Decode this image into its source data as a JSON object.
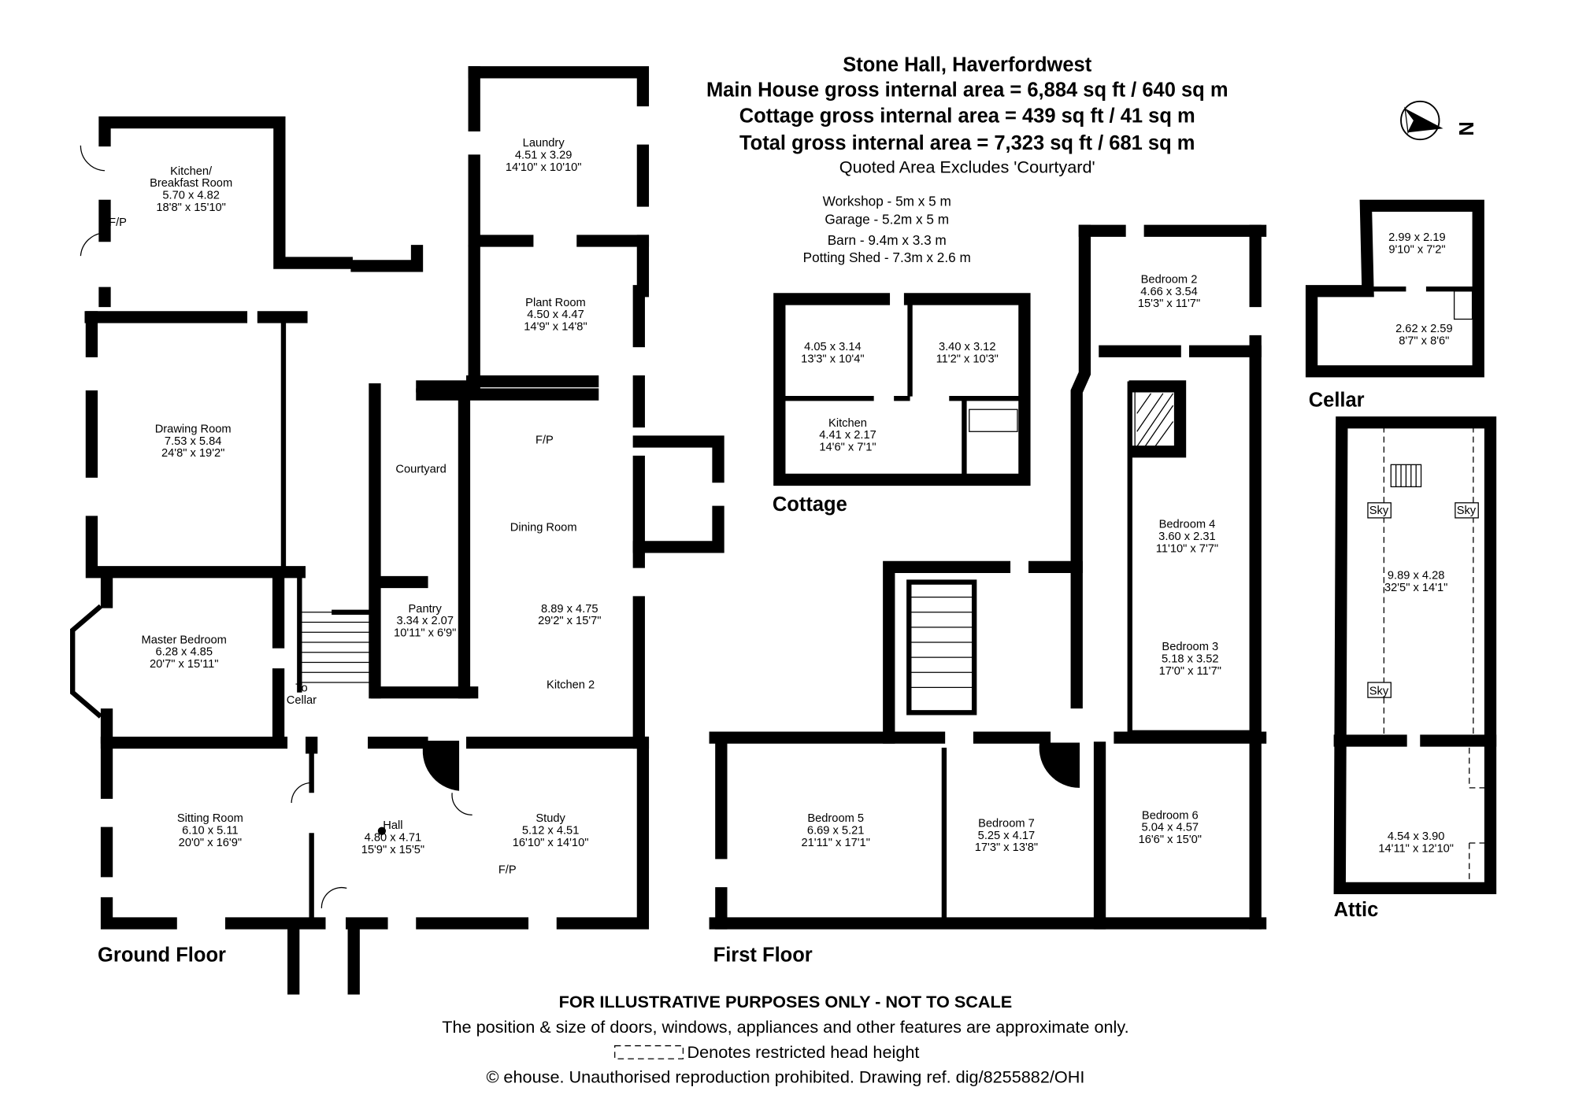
{
  "header": {
    "title": "Stone Hall, Haverfordwest",
    "main_house_area": "Main House gross internal area = 6,884 sq ft / 640 sq m",
    "cottage_area": "Cottage gross internal area = 439 sq ft / 41 sq m",
    "total_area": "Total gross internal area = 7,323 sq ft / 681 sq m",
    "note": "Quoted Area Excludes 'Courtyard'"
  },
  "compass": {
    "icon": "north-arrow-icon",
    "label": "N"
  },
  "outbuildings": [
    "Workshop - 5m x 5 m",
    "Garage - 5.2m x 5 m",
    "Barn - 9.4m x 3.3 m",
    "Potting Shed - 7.3m x 2.6 m"
  ],
  "ground_floor": {
    "label": "Ground Floor",
    "rooms": [
      {
        "id": "kitchen-breakfast",
        "lines": [
          "Kitchen/",
          "Breakfast Room",
          "5.70 x 4.82",
          "18'8\" x 15'10\""
        ]
      },
      {
        "id": "drawing-room",
        "lines": [
          "Drawing Room",
          "7.53 x 5.84",
          "24'8\" x 19'2\""
        ]
      },
      {
        "id": "laundry",
        "lines": [
          "Laundry",
          "4.51 x 3.29",
          "14'10\" x 10'10\""
        ]
      },
      {
        "id": "plant-room",
        "lines": [
          "Plant Room",
          "4.50 x 4.47",
          "14'9\" x 14'8\""
        ]
      },
      {
        "id": "courtyard",
        "lines": [
          "Courtyard"
        ]
      },
      {
        "id": "dining-room",
        "lines": [
          "Dining Room"
        ]
      },
      {
        "id": "dining-room-dims",
        "lines": [
          "8.89 x 4.75",
          "29'2\" x 15'7\""
        ]
      },
      {
        "id": "pantry",
        "lines": [
          "Pantry",
          "3.34 x 2.07",
          "10'11\" x 6'9\""
        ]
      },
      {
        "id": "master-bedroom",
        "lines": [
          "Master Bedroom",
          "6.28 x 4.85",
          "20'7\" x 15'11\""
        ]
      },
      {
        "id": "kitchen-2",
        "lines": [
          "Kitchen 2"
        ]
      },
      {
        "id": "sitting-room",
        "lines": [
          "Sitting Room",
          "6.10 x 5.11",
          "20'0\" x 16'9\""
        ]
      },
      {
        "id": "hall",
        "lines": [
          "Hall",
          "4.80 x 4.71",
          "15'9\" x 15'5\""
        ]
      },
      {
        "id": "study",
        "lines": [
          "Study",
          "5.12 x 4.51",
          "16'10\" x 14'10\""
        ]
      },
      {
        "id": "fp-kitchen",
        "lines": [
          "F/P"
        ]
      },
      {
        "id": "fp-dining",
        "lines": [
          "F/P"
        ]
      },
      {
        "id": "fp-study",
        "lines": [
          "F/P"
        ]
      },
      {
        "id": "to-cellar",
        "lines": [
          "To",
          "Cellar"
        ]
      }
    ]
  },
  "cottage": {
    "label": "Cottage",
    "rooms": [
      {
        "id": "cottage-room-1",
        "lines": [
          "4.05 x 3.14",
          "13'3\" x 10'4\""
        ]
      },
      {
        "id": "cottage-room-2",
        "lines": [
          "3.40 x 3.12",
          "11'2\" x 10'3\""
        ]
      },
      {
        "id": "cottage-kitchen",
        "lines": [
          "Kitchen",
          "4.41 x 2.17",
          "14'6\" x 7'1\""
        ]
      }
    ]
  },
  "first_floor": {
    "label": "First Floor",
    "rooms": [
      {
        "id": "bedroom-2",
        "lines": [
          "Bedroom 2",
          "4.66 x 3.54",
          "15'3\" x 11'7\""
        ]
      },
      {
        "id": "bedroom-4",
        "lines": [
          "Bedroom 4",
          "3.60 x 2.31",
          "11'10\" x 7'7\""
        ]
      },
      {
        "id": "bedroom-3",
        "lines": [
          "Bedroom 3",
          "5.18 x 3.52",
          "17'0\" x 11'7\""
        ]
      },
      {
        "id": "bedroom-5",
        "lines": [
          "Bedroom 5",
          "6.69 x 5.21",
          "21'11\" x 17'1\""
        ]
      },
      {
        "id": "bedroom-7",
        "lines": [
          "Bedroom 7",
          "5.25 x 4.17",
          "17'3\" x 13'8\""
        ]
      },
      {
        "id": "bedroom-6",
        "lines": [
          "Bedroom 6",
          "5.04 x 4.57",
          "16'6\" x 15'0\""
        ]
      }
    ]
  },
  "cellar": {
    "label": "Cellar",
    "rooms": [
      {
        "id": "cellar-room-1",
        "lines": [
          "2.99 x 2.19",
          "9'10\" x 7'2\""
        ]
      },
      {
        "id": "cellar-room-2",
        "lines": [
          "2.62 x 2.59",
          "8'7\" x 8'6\""
        ]
      }
    ]
  },
  "attic": {
    "label": "Attic",
    "rooms": [
      {
        "id": "attic-room-1",
        "lines": [
          "9.89 x 4.28",
          "32'5\" x 14'1\""
        ]
      },
      {
        "id": "attic-room-2",
        "lines": [
          "4.54 x 3.90",
          "14'11\" x 12'10\""
        ]
      }
    ],
    "skylights": [
      "Sky",
      "Sky",
      "Sky"
    ]
  },
  "footer": {
    "disclaimer": "FOR ILLUSTRATIVE PURPOSES ONLY - NOT TO SCALE",
    "position_note": "The position & size of doors, windows, appliances and other features are approximate only.",
    "legend": "Denotes restricted head height",
    "copyright": "© ehouse. Unauthorised reproduction prohibited. Drawing ref. dig/8255882/OHI"
  }
}
